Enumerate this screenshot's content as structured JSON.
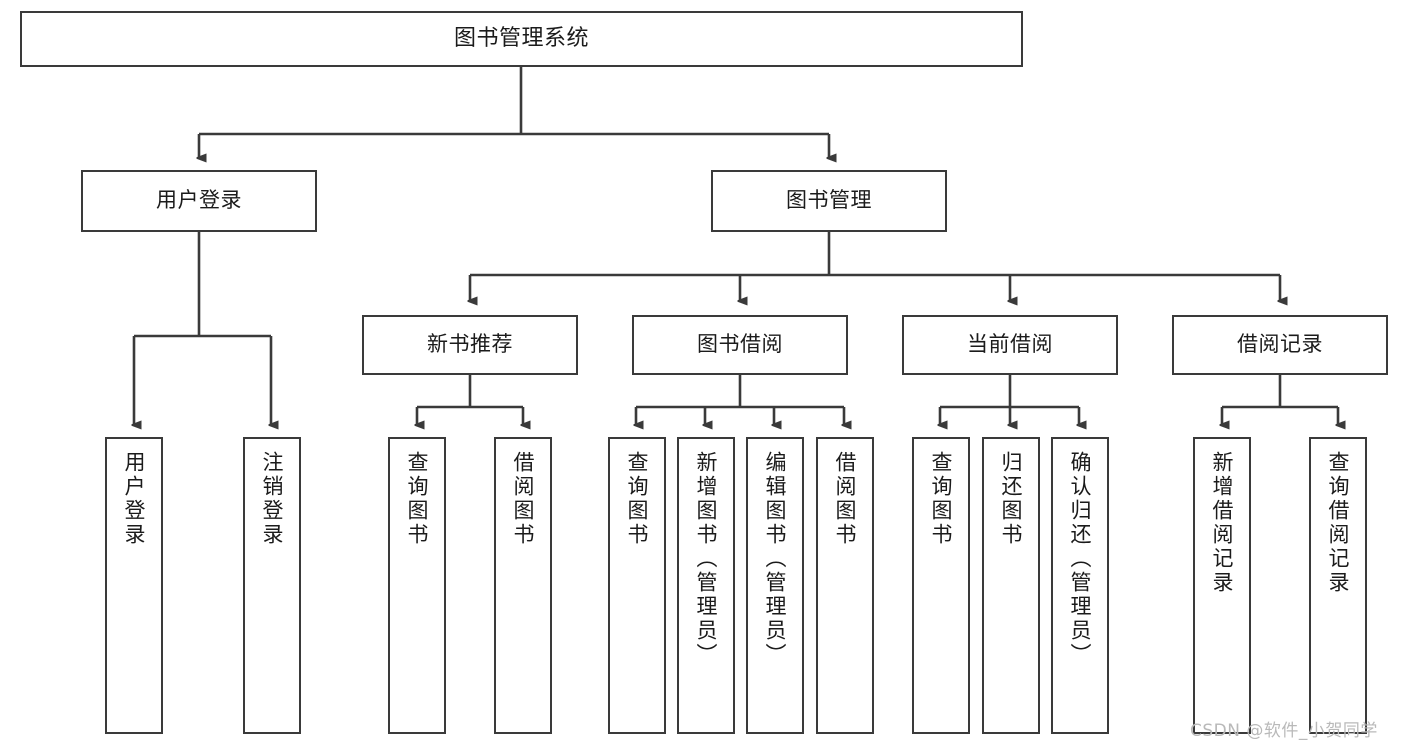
{
  "diagram": {
    "type": "tree-hierarchy-chart",
    "title": "图书管理系统",
    "orientation": "top-down",
    "colors": {
      "stroke": "#3a3a3a",
      "fill": "#ffffff",
      "text": "#1b1b1b",
      "watermark": "#b9b9b9"
    },
    "levels": {
      "level1": "根节点",
      "level2": "一级模块",
      "level3": "二级模块",
      "level4": "功能叶子节点"
    }
  },
  "root": {
    "label": "图书管理系统"
  },
  "level2": [
    {
      "label": "用户登录"
    },
    {
      "label": "图书管理"
    }
  ],
  "level3": [
    {
      "label": "新书推荐"
    },
    {
      "label": "图书借阅"
    },
    {
      "label": "当前借阅"
    },
    {
      "label": "借阅记录"
    }
  ],
  "leaves": {
    "user_login": [
      {
        "label": "用户登录"
      },
      {
        "label": "注销登录"
      }
    ],
    "new_book_recommend": [
      {
        "label": "查询图书"
      },
      {
        "label": "借阅图书"
      }
    ],
    "book_borrow": [
      {
        "label": "查询图书"
      },
      {
        "label": "新增图书（管理员）"
      },
      {
        "label": "编辑图书（管理员）"
      },
      {
        "label": "借阅图书"
      }
    ],
    "current_borrow": [
      {
        "label": "查询图书"
      },
      {
        "label": "归还图书"
      },
      {
        "label": "确认归还（管理员）"
      }
    ],
    "borrow_record": [
      {
        "label": "新增借阅记录"
      },
      {
        "label": "查询借阅记录"
      }
    ]
  },
  "watermark": {
    "text": "CSDN @软件_小贺同学"
  }
}
